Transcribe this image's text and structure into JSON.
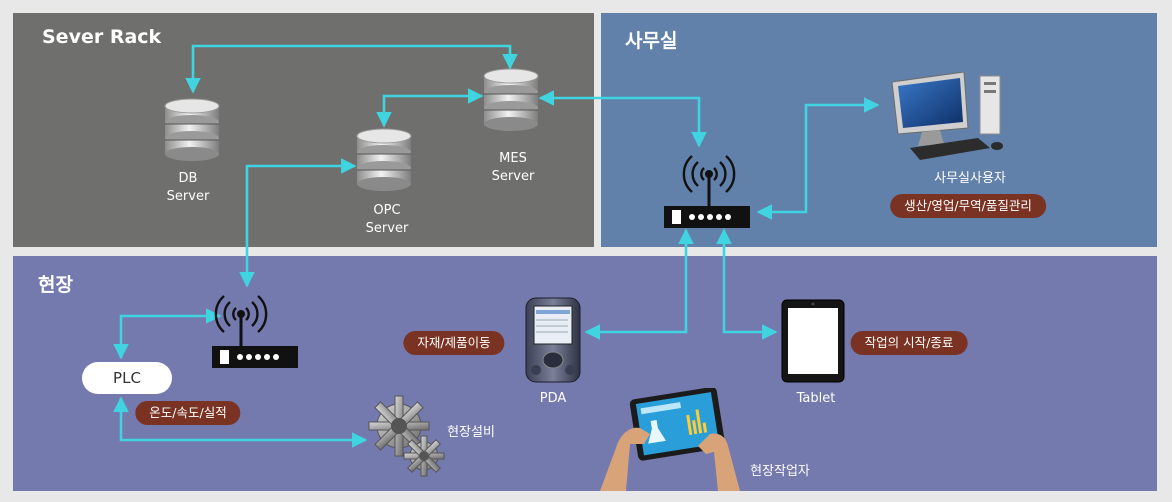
{
  "zones": {
    "rack": "Sever Rack",
    "office": "사무실",
    "field": "현장"
  },
  "nodes": {
    "db": {
      "line1": "DB",
      "line2": "Server"
    },
    "mes": {
      "line1": "MES",
      "line2": "Server"
    },
    "opc": {
      "line1": "OPC",
      "line2": "Server"
    },
    "office_user": "사무실사용자",
    "plc": "PLC",
    "pda": "PDA",
    "tablet": "Tablet",
    "equipment": "현장설비",
    "worker": "현장작업자"
  },
  "badges": {
    "office_tasks": "생산/영업/무역/품질관리",
    "plc_data": "온도/속도/실적",
    "pda_tasks": "자재/제품이동",
    "tablet_tasks": "작업의 시작/종료"
  },
  "colors": {
    "rack_bg": "#6f6f6d",
    "office_bg": "#6181aa",
    "field_bg": "#7479ae",
    "link": "#3fd4e0",
    "badge": "#7a3323"
  },
  "icons": [
    "database-icon",
    "wifi-router-icon",
    "desktop-computer-icon",
    "pda-icon",
    "tablet-icon",
    "gears-icon",
    "hands-tablet-icon"
  ]
}
